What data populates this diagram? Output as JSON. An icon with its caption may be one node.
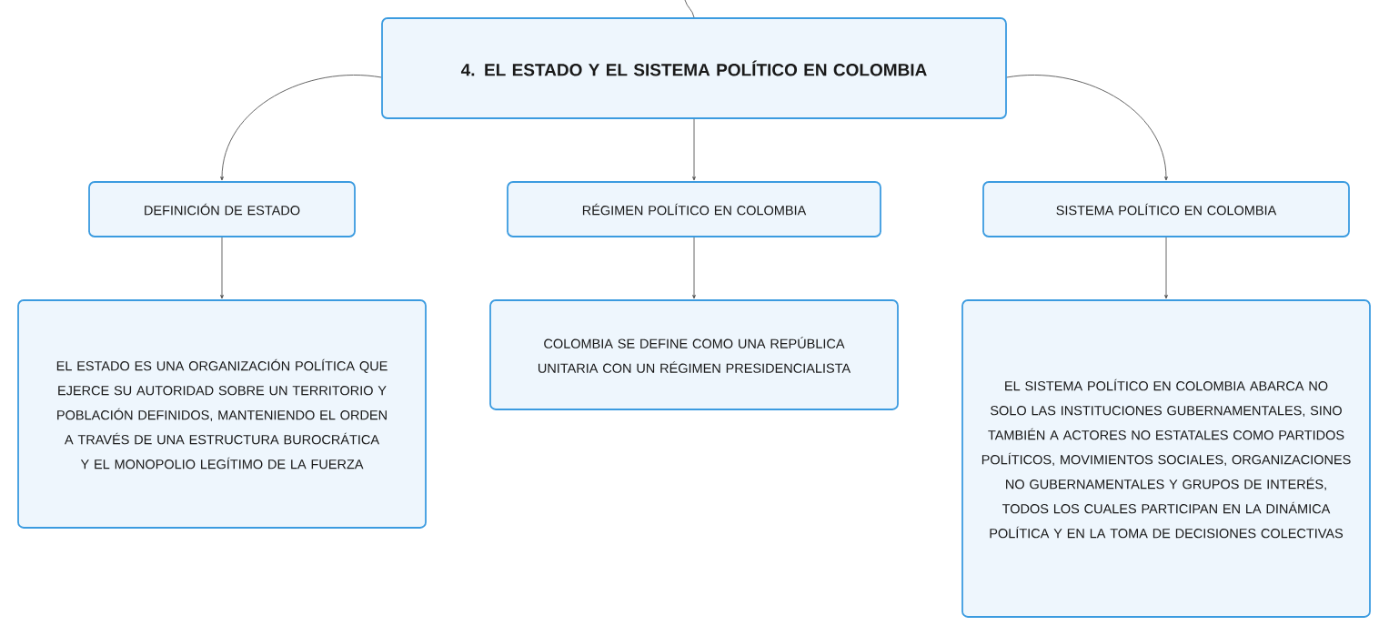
{
  "diagram": {
    "nodes": [
      {
        "text": [
          "4. EL ESTADO Y EL SISTEMA POLÍTICO EN COLOMBIA"
        ]
      },
      {
        "text": [
          "DEFINICIÓN DE ESTADO"
        ]
      },
      {
        "text": [
          "RÉGIMEN POLÍTICO EN COLOMBIA"
        ]
      },
      {
        "text": [
          "SISTEMA POLÍTICO EN COLOMBIA"
        ]
      },
      {
        "text": [
          "EL ESTADO ES UNA ORGANIZACIÓN POLÍTICA QUE EJERCE SU AUTORIDAD SOBRE UN TERRITORIO Y POBLACIÓN DEFINIDOS, MANTENIENDO EL ORDEN A TRAVÉS DE UNA ESTRUCTURA BUROCRÁTICA Y EL MONOPOLIO LEGÍTIMO DE LA FUERZA"
        ]
      },
      {
        "text": [
          "COLOMBIA SE DEFINE COMO UNA REPÚBLICA UNITARIA CON UN RÉGIMEN PRESIDENCIALISTA"
        ]
      },
      {
        "text": [
          "EL SISTEMA POLÍTICO EN COLOMBIA ABARCA NO SOLO LAS INSTITUCIONES GUBERNAMENTALES, SINO TAMBIÉN A ACTORES NO ESTATALES COMO PARTIDOS POLÍTICOS, MOVIMIENTOS SOCIALES, ORGANIZACIONES NO GUBERNAMENTALES Y GRUPOS DE INTERÉS, TODOS LOS CUALES PARTICIPAN EN LA DINÁMICA POLÍTICA Y EN LA TOMA DE DECISIONES COLECTIVAS"
        ]
      }
    ],
    "edges": [
      {
        "from": null,
        "to": 0,
        "arrow": "none"
      },
      {
        "from": 0,
        "to": 1,
        "arrow": "to"
      },
      {
        "from": 0,
        "to": 2,
        "arrow": "to"
      },
      {
        "from": 0,
        "to": 3,
        "arrow": "to"
      },
      {
        "from": 1,
        "to": 4,
        "arrow": "to"
      },
      {
        "from": 2,
        "to": 5,
        "arrow": "to"
      },
      {
        "from": 3,
        "to": 6,
        "arrow": "to"
      }
    ]
  }
}
